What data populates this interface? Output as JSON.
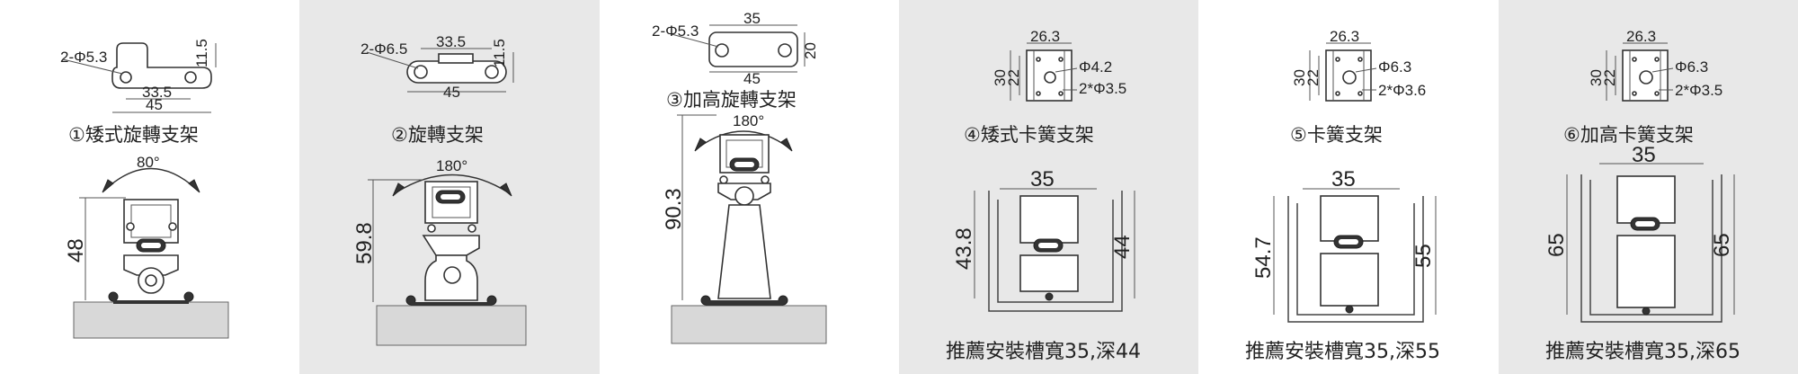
{
  "panels": [
    {
      "caption": "①矮式旋轉支架",
      "hole_label": "2-Φ5.3",
      "dims": {
        "top_width": "33.5",
        "total_width": "45",
        "height": "11.5",
        "angle": "80°",
        "mount_height": "48"
      }
    },
    {
      "caption": "②旋轉支架",
      "hole_label": "2-Φ6.5",
      "dims": {
        "top_width": "33.5",
        "total_width": "45",
        "height": "11.5",
        "angle": "180°",
        "mount_height": "59.8"
      }
    },
    {
      "caption": "③加高旋轉支架",
      "hole_label": "2-Φ5.3",
      "dims": {
        "top_width": "35",
        "total_width": "45",
        "height": "20",
        "angle": "180°",
        "mount_height": "90.3"
      }
    },
    {
      "caption": "④矮式卡簧支架",
      "dims": {
        "top_width": "26.3",
        "outer_h": "30",
        "inner_h": "22",
        "hole_big": "Φ4.2",
        "hole_small": "2*Φ3.5",
        "slot_width": "35",
        "left_h": "43.8",
        "right_h": "44"
      },
      "footer": "推薦安裝槽寬35,深44"
    },
    {
      "caption": "⑤卡簧支架",
      "dims": {
        "top_width": "26.3",
        "outer_h": "30",
        "inner_h": "22",
        "hole_big": "Φ6.3",
        "hole_small": "2*Φ3.6",
        "slot_width": "35",
        "left_h": "54.7",
        "right_h": "55"
      },
      "footer": "推薦安裝槽寬35,深55"
    },
    {
      "caption": "⑥加高卡簧支架",
      "dims": {
        "top_width": "26.3",
        "outer_h": "30",
        "inner_h": "22",
        "hole_big": "Φ6.3",
        "hole_small": "2*Φ3.5",
        "slot_width": "35",
        "left_h": "65",
        "right_h": "65"
      },
      "footer": "推薦安裝槽寬35,深65"
    }
  ]
}
